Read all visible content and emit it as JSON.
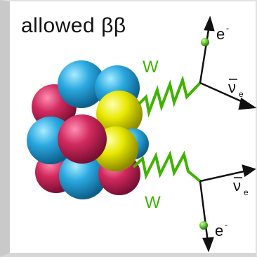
{
  "title": "allowed ββ",
  "labels": {
    "boson_top": "W",
    "boson_bottom": "W",
    "electron_top": "e",
    "electron_top_sup": "-",
    "electron_bottom": "e",
    "electron_bottom_sup": "-",
    "antineutrino_top": "ν",
    "antineutrino_top_sub": "e",
    "antineutrino_bottom": "ν",
    "antineutrino_bottom_sub": "e"
  },
  "colors": {
    "proton": "#d12a5e",
    "neutron": "#2aa8e0",
    "yellow_nucleon": "#e8e800",
    "w_boson": "#3fb300",
    "lepton_line": "#111111",
    "electron_dot": "#5bbf2a"
  }
}
